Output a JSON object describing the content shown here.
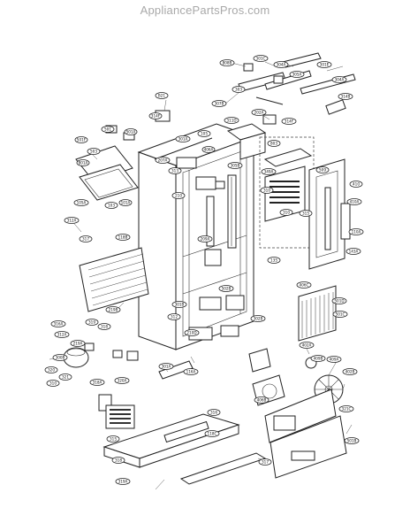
{
  "watermark": "AppliancePartsPros.com",
  "callouts": [
    {
      "id": "c1",
      "label": "808B"
    },
    {
      "id": "c2",
      "label": "301C"
    },
    {
      "id": "c3",
      "label": "304A"
    },
    {
      "id": "c4",
      "label": "301E"
    },
    {
      "id": "c5",
      "label": "305A"
    },
    {
      "id": "c6",
      "label": "304A"
    },
    {
      "id": "c7",
      "label": "303"
    },
    {
      "id": "c8",
      "label": "B21"
    },
    {
      "id": "c9",
      "label": "314B"
    },
    {
      "id": "c10",
      "label": "307B"
    },
    {
      "id": "c11",
      "label": "202A"
    },
    {
      "id": "c12",
      "label": "314F"
    },
    {
      "id": "c13",
      "label": "311D"
    },
    {
      "id": "c14",
      "label": "314F"
    },
    {
      "id": "c15",
      "label": "501"
    },
    {
      "id": "c16",
      "label": "501A"
    },
    {
      "id": "c17",
      "label": "501F"
    },
    {
      "id": "c18",
      "label": "503"
    },
    {
      "id": "c19",
      "label": "801A"
    },
    {
      "id": "c20",
      "label": "406A"
    },
    {
      "id": "c21",
      "label": "105"
    },
    {
      "id": "c22",
      "label": "301A"
    },
    {
      "id": "c23",
      "label": "803"
    },
    {
      "id": "c24",
      "label": "207A"
    },
    {
      "id": "c25",
      "label": "305B"
    },
    {
      "id": "c26",
      "label": "313"
    },
    {
      "id": "c27",
      "label": "349A"
    },
    {
      "id": "c28",
      "label": "509"
    },
    {
      "id": "c29",
      "label": "410"
    },
    {
      "id": "c30",
      "label": "410A"
    },
    {
      "id": "c31",
      "label": "310"
    },
    {
      "id": "c32",
      "label": "210"
    },
    {
      "id": "c33",
      "label": "105A"
    },
    {
      "id": "c34",
      "label": "103"
    },
    {
      "id": "c35",
      "label": "101A"
    },
    {
      "id": "c36",
      "label": "310"
    },
    {
      "id": "c37",
      "label": "312A"
    },
    {
      "id": "c38",
      "label": "315"
    },
    {
      "id": "c39",
      "label": "110A"
    },
    {
      "id": "c40",
      "label": "317"
    },
    {
      "id": "c41",
      "label": "118B"
    },
    {
      "id": "c42",
      "label": "209A"
    },
    {
      "id": "c43",
      "label": "143A"
    },
    {
      "id": "c44",
      "label": "135"
    },
    {
      "id": "c45",
      "label": "502B"
    },
    {
      "id": "c46",
      "label": "406C"
    },
    {
      "id": "c47",
      "label": "501D"
    },
    {
      "id": "c48",
      "label": "501C"
    },
    {
      "id": "c49",
      "label": "219B"
    },
    {
      "id": "c50",
      "label": "301B"
    },
    {
      "id": "c51",
      "label": "312"
    },
    {
      "id": "c52",
      "label": "316A"
    },
    {
      "id": "c53",
      "label": "319"
    },
    {
      "id": "c54",
      "label": "312A"
    },
    {
      "id": "c55",
      "label": "318"
    },
    {
      "id": "c56",
      "label": "219A"
    },
    {
      "id": "c57",
      "label": "210D"
    },
    {
      "id": "c58",
      "label": "302B"
    },
    {
      "id": "c59",
      "label": "300B"
    },
    {
      "id": "c60",
      "label": "402A"
    },
    {
      "id": "c61",
      "label": "409B"
    },
    {
      "id": "c62",
      "label": "409A"
    },
    {
      "id": "c63",
      "label": "402B"
    },
    {
      "id": "c64",
      "label": "320"
    },
    {
      "id": "c65",
      "label": "321"
    },
    {
      "id": "c66",
      "label": "301A"
    },
    {
      "id": "c67",
      "label": "310"
    },
    {
      "id": "c68",
      "label": "318A"
    },
    {
      "id": "c69",
      "label": "320A"
    },
    {
      "id": "c70",
      "label": "321C"
    },
    {
      "id": "c71",
      "label": "501B"
    },
    {
      "id": "c72",
      "label": "317"
    },
    {
      "id": "c73",
      "label": "315"
    },
    {
      "id": "c74",
      "label": "316"
    },
    {
      "id": "c75",
      "label": "318"
    },
    {
      "id": "c76",
      "label": "319A"
    },
    {
      "id": "c77",
      "label": "116A"
    },
    {
      "id": "c78",
      "label": "118C"
    },
    {
      "id": "c79",
      "label": "406B"
    }
  ]
}
